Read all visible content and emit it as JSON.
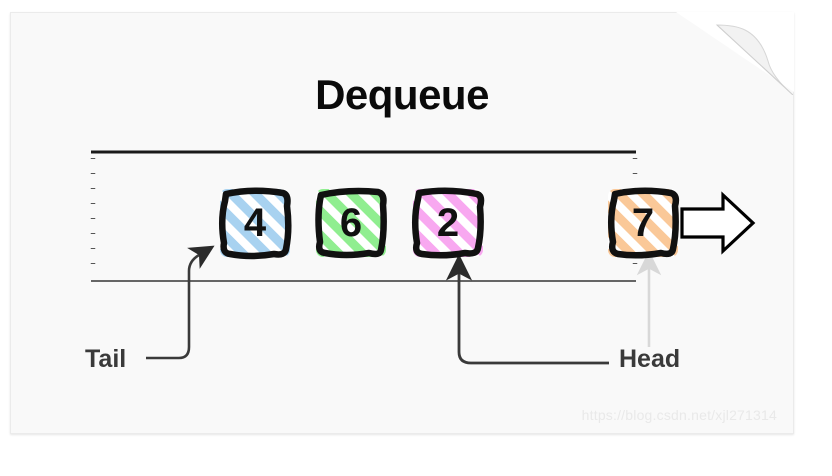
{
  "title": "Dequeue",
  "watermark": "https://blog.csdn.net/xjl271314",
  "colors": {
    "card_background": "#f9f9f9",
    "page_background": "#ffffff",
    "ink": "#111111",
    "label_text": "#3a3a3a",
    "blue": "#a8d2f0",
    "green": "#90ee90",
    "pink": "#f8a8f0",
    "orange": "#fac898",
    "rail_top": "#1a1a1a",
    "rail_bottom": "#666666",
    "dotted_marker": "#555555",
    "ghost_arrow": "#d8d8d8",
    "watermark": "#e9e9e9"
  },
  "queue": {
    "items": [
      {
        "value": "4",
        "color_name": "blue",
        "color": "#a8d2f0",
        "state": "in-queue"
      },
      {
        "value": "6",
        "color_name": "green",
        "color": "#90ee90",
        "state": "in-queue"
      },
      {
        "value": "2",
        "color_name": "pink",
        "color": "#f8a8f0",
        "state": "in-queue"
      },
      {
        "value": "7",
        "color_name": "orange",
        "color": "#fac898",
        "state": "dequeued"
      }
    ]
  },
  "pointers": [
    {
      "name": "tail",
      "label": "Tail",
      "points_to": "4"
    },
    {
      "name": "head",
      "label": "Head",
      "points_to": "2",
      "previous_points_to": "7"
    }
  ],
  "annotations": {
    "exit_arrow": "dequeue-exit-arrow",
    "boundary_style": "dotted"
  }
}
